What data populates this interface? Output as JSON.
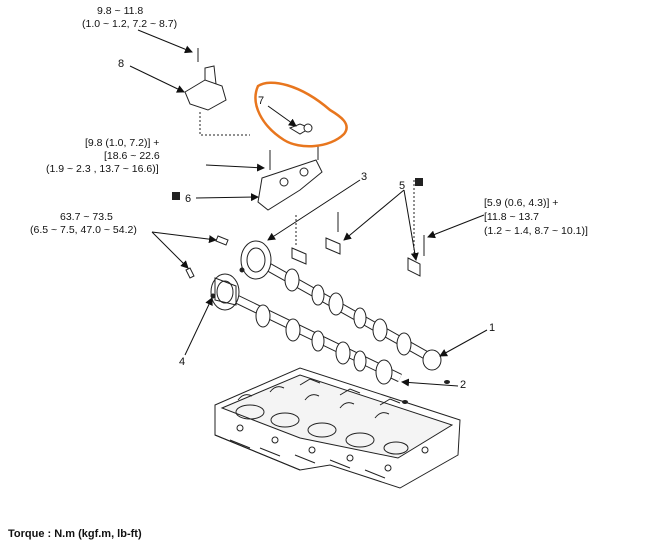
{
  "labels": {
    "torque_8": "9.8 ~ 11.8",
    "torque_8_sub": "(1.0 ~ 1.2, 7.2 ~ 8.7)",
    "torque_6_l1": "[9.8 (1.0, 7.2)] +",
    "torque_6_l2": "[18.6 ~ 22.6",
    "torque_6_l3": "(1.9 ~ 2.3 , 13.7 ~ 16.6)]",
    "torque_4_l1": "63.7 ~ 73.5",
    "torque_4_l2": "(6.5 ~ 7.5, 47.0 ~ 54.2)",
    "torque_5_l1": "[5.9 (0.6, 4.3)] +",
    "torque_5_l2": "[11.8 ~ 13.7",
    "torque_5_l3": "(1.2 ~ 1.4, 8.7 ~ 10.1)]",
    "n1": "1",
    "n2": "2",
    "n3": "3",
    "n4": "4",
    "n5": "5",
    "n6": "6",
    "n7": "7",
    "n8": "8"
  },
  "footer": "Torque : N.m (kgf.m, lb-ft)",
  "colors": {
    "highlight": "#e8761e",
    "line": "#222222"
  }
}
